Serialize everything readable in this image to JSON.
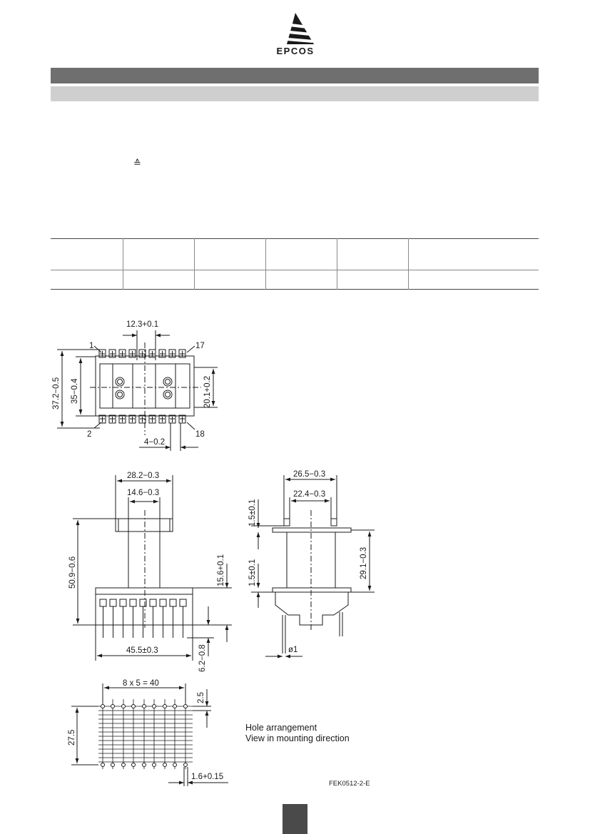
{
  "header": {
    "brand": "EPCOS"
  },
  "symbol": "≙",
  "drawing": {
    "top_view": {
      "dim_top": "12.3+0.1",
      "pin_1": "1",
      "pin_17": "17",
      "pin_2": "2",
      "pin_18": "18",
      "dim_outer_height": "37.2−0.5",
      "dim_inner_height": "35−0.4",
      "dim_right": "20.1+0.2",
      "dim_bottom": "4−0.2"
    },
    "front_view": {
      "dim_width": "28.2−0.3",
      "dim_inner": "14.6−0.3",
      "dim_height": "50.9−0.6",
      "dim_base": "15.6+0.1",
      "dim_base_width": "45.5±0.3",
      "dim_pin": "6.2−0.8"
    },
    "side_view": {
      "dim_width": "26.5−0.3",
      "dim_inner": "22.4−0.3",
      "dim_flange_top": "1.5±0.1",
      "dim_flange_bottom": "1.5±0.1",
      "dim_height": "29.1−0.3",
      "dim_pin_dia": "ø1"
    },
    "hole_pattern": {
      "dim_pitch": "8 x 5 = 40",
      "dim_offset": "2.5",
      "dim_rows": "27.5",
      "dim_hole": "1.6+0.15",
      "label_1": "Hole arrangement",
      "label_2": "View in mounting direction"
    },
    "code": "FEK0512-2-E"
  }
}
